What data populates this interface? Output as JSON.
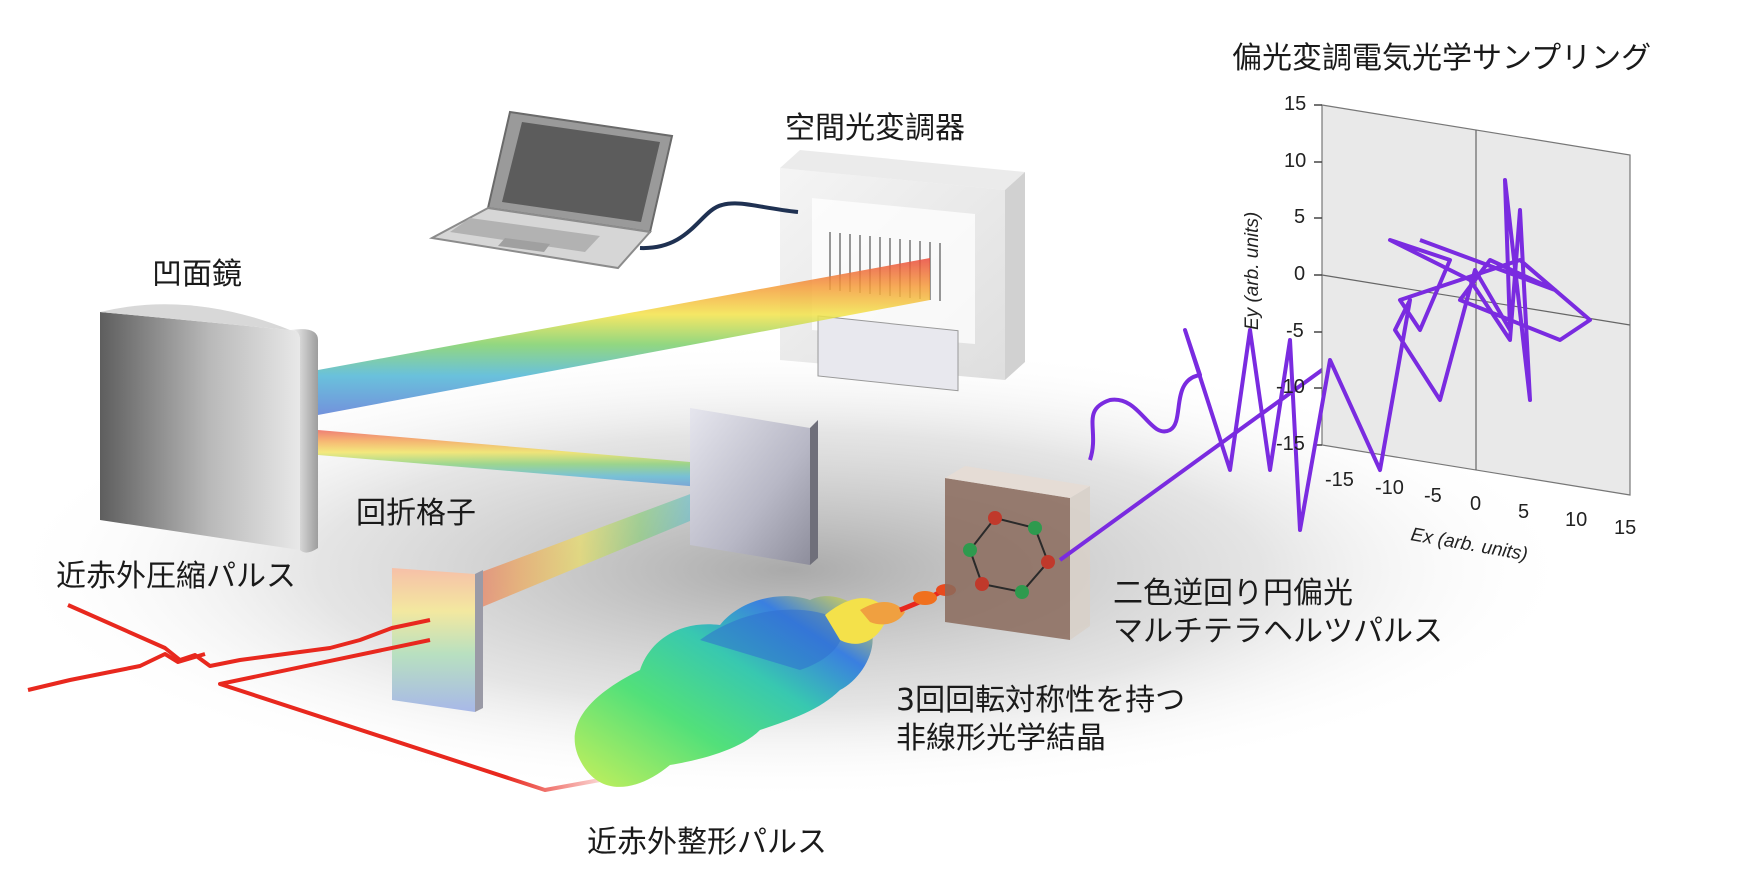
{
  "labels": {
    "concave_mirror": "凹面鏡",
    "slm": "空間光変調器",
    "grating": "回折格子",
    "nir_compressed_pulse": "近赤外圧縮パルス",
    "nir_shaped_pulse": "近赤外整形パルス",
    "crystal_line1": "3回回転対称性を持つ",
    "crystal_line2": "非線形光学結晶",
    "thz_line1": "二色逆回り円偏光",
    "thz_line2": "マルチテラヘルツパルス",
    "eos_title": "偏光変調電気光学サンプリング"
  },
  "plot": {
    "xlabel": "Ex (arb. units)",
    "ylabel": "Ey (arb. units)",
    "x_ticks": [
      "-15",
      "-10",
      "-5",
      "0",
      "5",
      "10",
      "15"
    ],
    "y_ticks": [
      "15",
      "10",
      "5",
      "0",
      "-5",
      "-10",
      "-15"
    ],
    "trace_color": "#7a2be0"
  },
  "colors": {
    "pulse_red": "#e8281e",
    "cable": "#1f3152",
    "crystal_face": "#8a6a5c",
    "atom_red": "#c0392b",
    "atom_green": "#2e9a4e"
  }
}
